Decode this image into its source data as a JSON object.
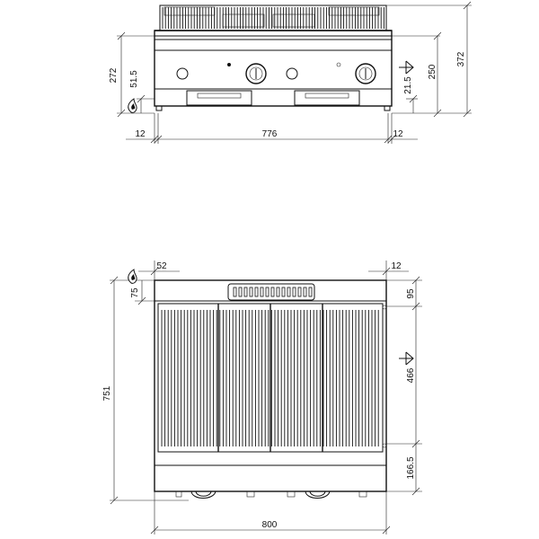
{
  "front_view": {
    "dims": {
      "height_total": "372",
      "height_body": "272",
      "height_gas_inlet": "51.5",
      "height_body_right": "250",
      "height_inlet_right": "21.5",
      "width_body": "776",
      "side_left": "12",
      "side_right": "12"
    }
  },
  "plan_view": {
    "dims": {
      "depth_total": "751",
      "inlet_offset_x": "52",
      "inlet_offset_y": "75",
      "right_edge": "12",
      "top_offset": "95",
      "grill_depth": "466",
      "front_offset": "166.5",
      "width_total": "800"
    }
  },
  "icons": {
    "gas_inlet": "gas-flame-icon",
    "arrow": "inlet-arrow-icon"
  },
  "colors": {
    "line": "#111111",
    "background": "#ffffff"
  }
}
